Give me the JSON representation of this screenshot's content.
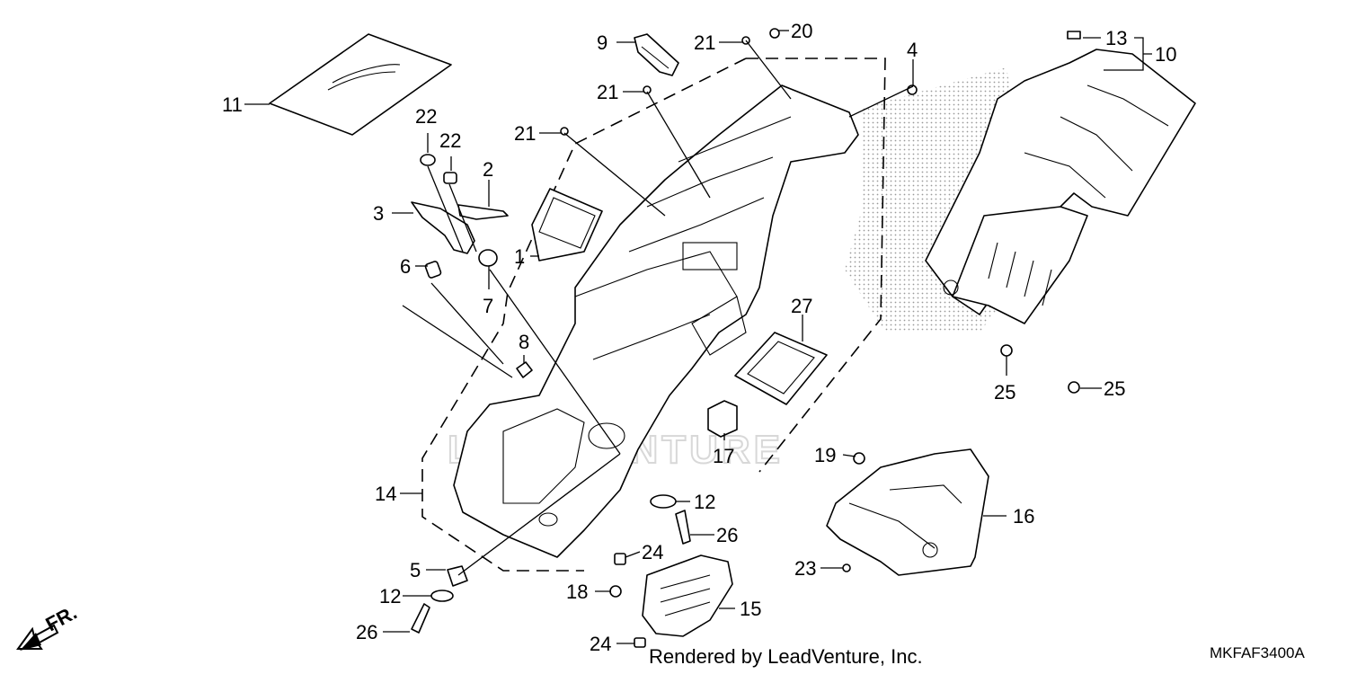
{
  "watermark": "LEADVENTURE",
  "direction_label": "FR.",
  "footer_text": "Rendered by LeadVenture, Inc.",
  "diagram_code": "MKFAF3400A",
  "callouts": {
    "c1": "1",
    "c2": "2",
    "c3": "3",
    "c4": "4",
    "c5": "5",
    "c6": "6",
    "c7": "7",
    "c8": "8",
    "c9": "9",
    "c10": "10",
    "c11": "11",
    "c12a": "12",
    "c12b": "12",
    "c13": "13",
    "c14": "14",
    "c15": "15",
    "c16": "16",
    "c17": "17",
    "c18": "18",
    "c19": "19",
    "c20": "20",
    "c21a": "21",
    "c21b": "21",
    "c21c": "21",
    "c22a": "22",
    "c22b": "22",
    "c23": "23",
    "c24a": "24",
    "c24b": "24",
    "c25a": "25",
    "c25b": "25",
    "c26a": "26",
    "c26b": "26",
    "c27": "27"
  }
}
